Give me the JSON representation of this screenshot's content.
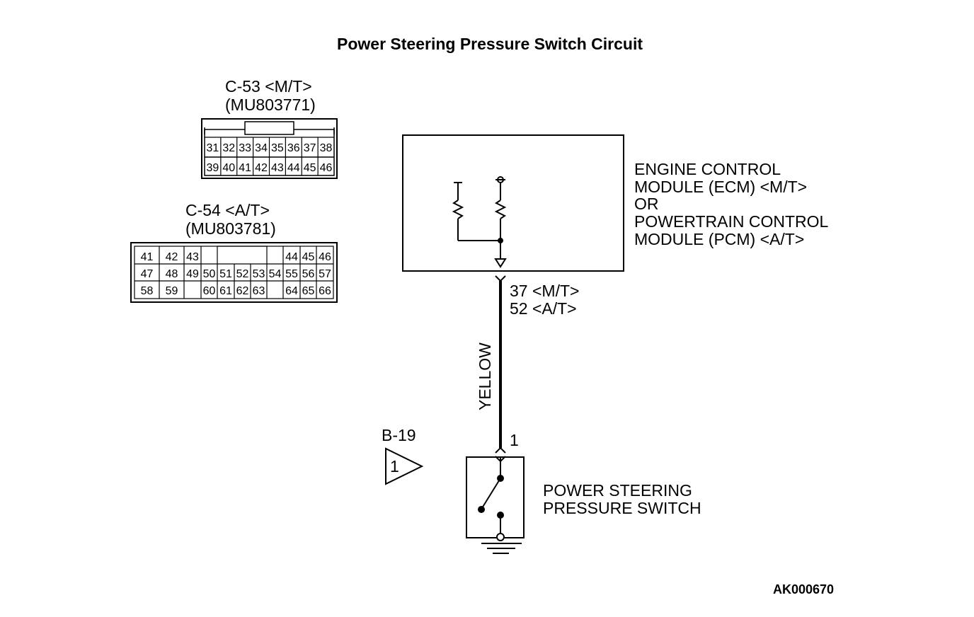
{
  "title": "Power Steering Pressure Switch Circuit",
  "connector_c53": {
    "label": "C-53 <M/T>",
    "part_number": "(MU803771)",
    "row1": [
      "31",
      "32",
      "33",
      "34",
      "35",
      "36",
      "37",
      "38"
    ],
    "row2": [
      "39",
      "40",
      "41",
      "42",
      "43",
      "44",
      "45",
      "46"
    ]
  },
  "connector_c54": {
    "label": "C-54 <A/T>",
    "part_number": "(MU803781)",
    "row1": [
      "41",
      "42",
      "43",
      "44",
      "45",
      "46"
    ],
    "row2": [
      "47",
      "48",
      "49",
      "50",
      "51",
      "52",
      "53",
      "54",
      "55",
      "56",
      "57"
    ],
    "row3": [
      "58",
      "59",
      "60",
      "61",
      "62",
      "63",
      "64",
      "65",
      "66"
    ]
  },
  "module": {
    "line1": "ENGINE CONTROL",
    "line2": "MODULE (ECM) <M/T>",
    "line3": "OR",
    "line4": "POWERTRAIN CONTROL",
    "line5": "MODULE (PCM) <A/T>"
  },
  "terminal": {
    "mt": "37 <M/T>",
    "at": "52 <A/T>"
  },
  "wire_color": "YELLOW",
  "switch_pin": "1",
  "switch_connector": {
    "label": "B-19",
    "pin": "1"
  },
  "switch": {
    "line1": "POWER STEERING",
    "line2": "PRESSURE SWITCH"
  },
  "figure_ref": "AK000670"
}
